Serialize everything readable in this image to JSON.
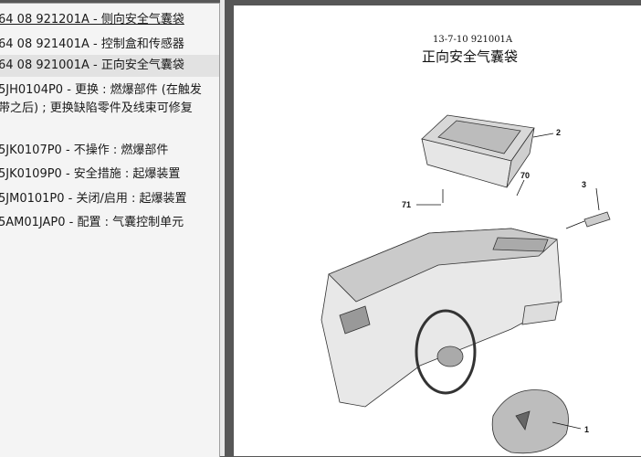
{
  "left_panel": {
    "items": [
      {
        "label": "64 08 921201A - 侧向安全气囊袋"
      },
      {
        "label": "64 08 921401A - 控制盒和传感器"
      },
      {
        "label": "64 08 921001A - 正向安全气囊袋"
      },
      {
        "label": "5JH0104P0 - 更换 : 燃爆部件 (在触发",
        "label2": "带之后) ; 更换缺陷零件及线束可修复"
      },
      {
        "label": "5JK0107P0 - 不操作 : 燃爆部件"
      },
      {
        "label": "5JK0109P0 - 安全措施 : 起爆装置"
      },
      {
        "label": "5JM0101P0 - 关闭/启用 : 起爆装置"
      },
      {
        "label": "5AM01JAP0 - 配置 : 气囊控制单元"
      }
    ]
  },
  "document": {
    "code": "13-7-10 921001A",
    "title": "正向安全气囊袋",
    "callouts": [
      "2",
      "70",
      "3",
      "71",
      "1"
    ]
  }
}
